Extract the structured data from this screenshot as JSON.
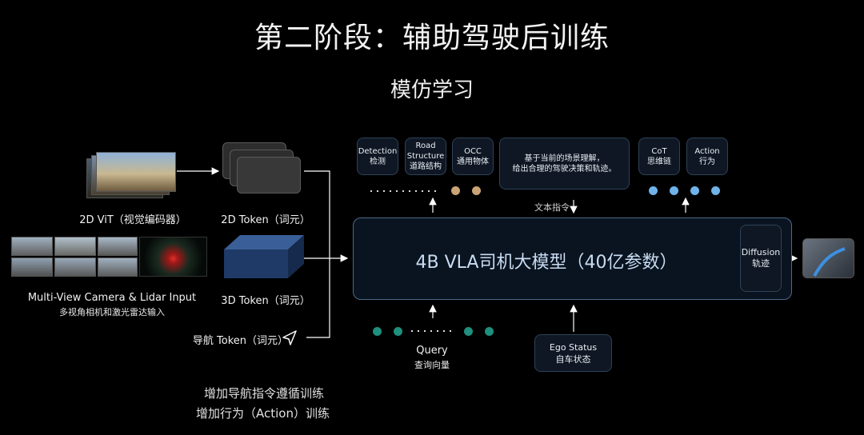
{
  "title": "第二阶段：辅助驾驶后训练",
  "subtitle": "模仿学习",
  "inputs": {
    "vit_label": "2D ViT（视觉编码器）",
    "camera_label_en": "Multi-View Camera & Lidar Input",
    "camera_label_cn": "多视角相机和激光雷达输入",
    "token_2d": "2D Token（词元）",
    "token_3d": "3D Token（词元）",
    "token_nav": "导航 Token（词元）"
  },
  "model": {
    "label": "4B VLA司机大模型（40亿参数）",
    "diffusion_en": "Diffusion",
    "diffusion_cn": "轨迹"
  },
  "outputs": {
    "detection_en": "Detection",
    "detection_cn": "检测",
    "road_en1": "Road",
    "road_en2": "Structure",
    "road_cn": "道路结构",
    "occ_en": "OCC",
    "occ_cn": "通用物体",
    "scene_line1": "基于当前的场景理解，",
    "scene_line2": "给出合理的驾驶决策和轨迹。",
    "text_instruction": "文本指令",
    "cot_en": "CoT",
    "cot_cn": "思维链",
    "action_en": "Action",
    "action_cn": "行为"
  },
  "query": {
    "label_en": "Query",
    "label_cn": "查询向量"
  },
  "ego": {
    "label_en": "Ego Status",
    "label_cn": "自车状态"
  },
  "notes": {
    "line1": "增加导航指令遵循训练",
    "line2": "增加行为（Action）训练"
  },
  "colors": {
    "background": "#000000",
    "main_box_border": "#4c6a8a",
    "token_3d": "#2a4a7a",
    "dot_orange": "#caa476",
    "dot_blue": "#6fb3ea",
    "dot_green": "#1f8f7e"
  },
  "icons": [
    "navigation-arrow-icon",
    "trajectory-output-image"
  ]
}
